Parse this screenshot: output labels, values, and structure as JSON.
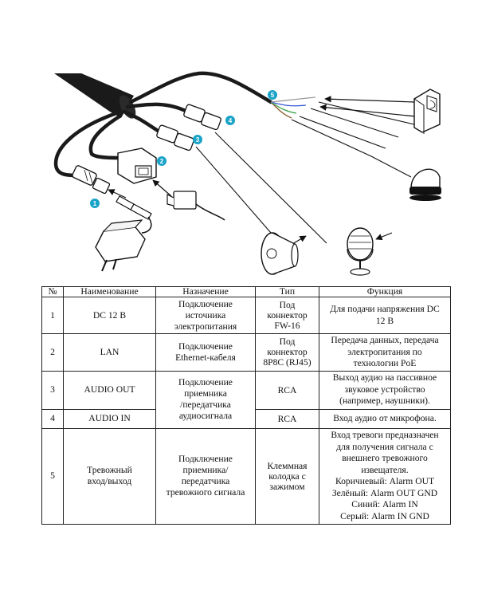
{
  "diagram": {
    "callouts": [
      "1",
      "2",
      "3",
      "4",
      "5"
    ],
    "colors": {
      "callout": "#1aa3c8",
      "cable": "#1a1a1a",
      "wire_brown": "#8b5a2b",
      "wire_green": "#3aa14a",
      "wire_blue": "#3a5bd6",
      "wire_gray": "#9a9a9a"
    },
    "icons": [
      "power-adapter-icon",
      "lan-adapter-icon",
      "speaker-icon",
      "microphone-icon",
      "motion-sensor-icon",
      "alarm-siren-icon"
    ]
  },
  "table": {
    "headers": {
      "num": "№",
      "name": "Наименование",
      "purpose": "Назначение",
      "type": "Тип",
      "func": "Функция"
    },
    "rows": [
      {
        "num": "1",
        "name": "DC 12 В",
        "purpose": "Подключение\nисточника\nэлектропитания",
        "type": "Под\nконнектор\nFW-16",
        "func": "Для подачи напряжения DC\n12 В"
      },
      {
        "num": "2",
        "name": "LAN",
        "purpose": "Подключение\nEthernet-кабеля",
        "type": "Под\nконнектор\n8P8C (RJ45)",
        "func": "Передача данных, передача\nэлектропитания по\nтехнологии PoE"
      },
      {
        "num": "3",
        "name": "AUDIO OUT",
        "purpose": "Подключение\nприемника\n/передатчика\nаудиосигнала",
        "type": "RCA",
        "func": "Выход аудио на пассивное\nзвуковое устройство\n(например, наушники)."
      },
      {
        "num": "4",
        "name": "AUDIO IN",
        "type": "RCA",
        "func": "Вход аудио от микрофона."
      },
      {
        "num": "5",
        "name": "Тревожный\nвход/выход",
        "purpose": "Подключение\nприемника/\nпередатчика\nтревожного сигнала",
        "type": "Клеммная\nколодка с\nзажимом",
        "func": "Вход тревоги предназначен\nдля получения сигнала с\nвнешнего тревожного\nизвещателя.\nКоричневый: Alarm OUT\nЗелёный: Alarm OUT GND\nСиний: Alarm IN\nСерый: Alarm IN GND"
      }
    ]
  }
}
